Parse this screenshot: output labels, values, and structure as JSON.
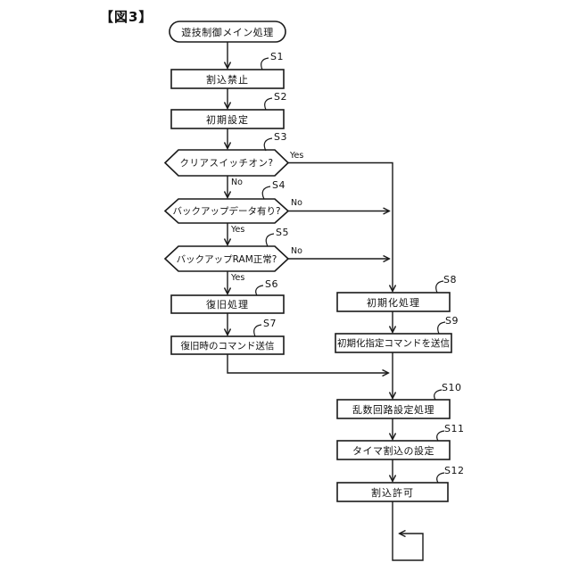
{
  "figure": {
    "label": "【図3】"
  },
  "colors": {
    "line": "#1a1a1a",
    "background": "#ffffff"
  },
  "flowchart": {
    "nodes": [
      {
        "id": "start",
        "type": "terminal",
        "label": "遊技制御メイン処理"
      },
      {
        "id": "S1",
        "type": "process",
        "label": "割込禁止"
      },
      {
        "id": "S2",
        "type": "process",
        "label": "初期設定"
      },
      {
        "id": "S3",
        "type": "decision",
        "label": "クリアスイッチオン?",
        "right_label": "Yes",
        "down_label": "No"
      },
      {
        "id": "S4",
        "type": "decision",
        "label": "バックアップデータ有り?",
        "right_label": "No",
        "down_label": "Yes"
      },
      {
        "id": "S5",
        "type": "decision",
        "label": "バックアップRAM正常?",
        "right_label": "No",
        "down_label": "Yes"
      },
      {
        "id": "S6",
        "type": "process",
        "label": "復旧処理"
      },
      {
        "id": "S7",
        "type": "process",
        "label": "復旧時のコマンド送信"
      },
      {
        "id": "S8",
        "type": "process",
        "label": "初期化処理"
      },
      {
        "id": "S9",
        "type": "process",
        "label": "初期化指定コマンドを送信"
      },
      {
        "id": "S10",
        "type": "process",
        "label": "乱数回路設定処理"
      },
      {
        "id": "S11",
        "type": "process",
        "label": "タイマ割込の設定"
      },
      {
        "id": "S12",
        "type": "process",
        "label": "割込許可"
      }
    ]
  }
}
